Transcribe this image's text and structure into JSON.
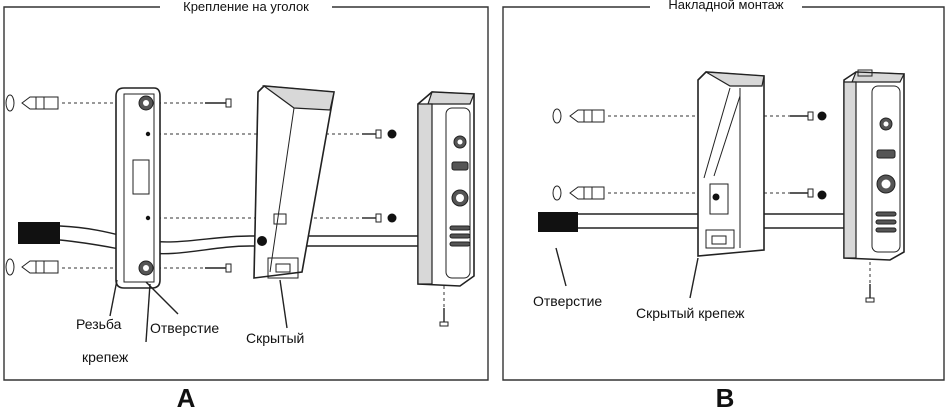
{
  "panels": {
    "a": {
      "title": "Крепление на уголок",
      "letter": "A",
      "labels": {
        "thread": "Резьба",
        "mount": "крепеж",
        "hole": "Отверстие",
        "hidden": "Скрытый"
      }
    },
    "b": {
      "title": "Накладной монтаж",
      "letter": "B",
      "labels": {
        "hole": "Отверстие",
        "hidden_mount": "Скрытый крепеж"
      }
    }
  },
  "colors": {
    "line": "#222222",
    "shade": "#d8d8d8",
    "cable_end": "#111111"
  },
  "icons": [
    "dowel-icon",
    "screw-icon",
    "bolt-icon",
    "wall-hole-icon"
  ]
}
